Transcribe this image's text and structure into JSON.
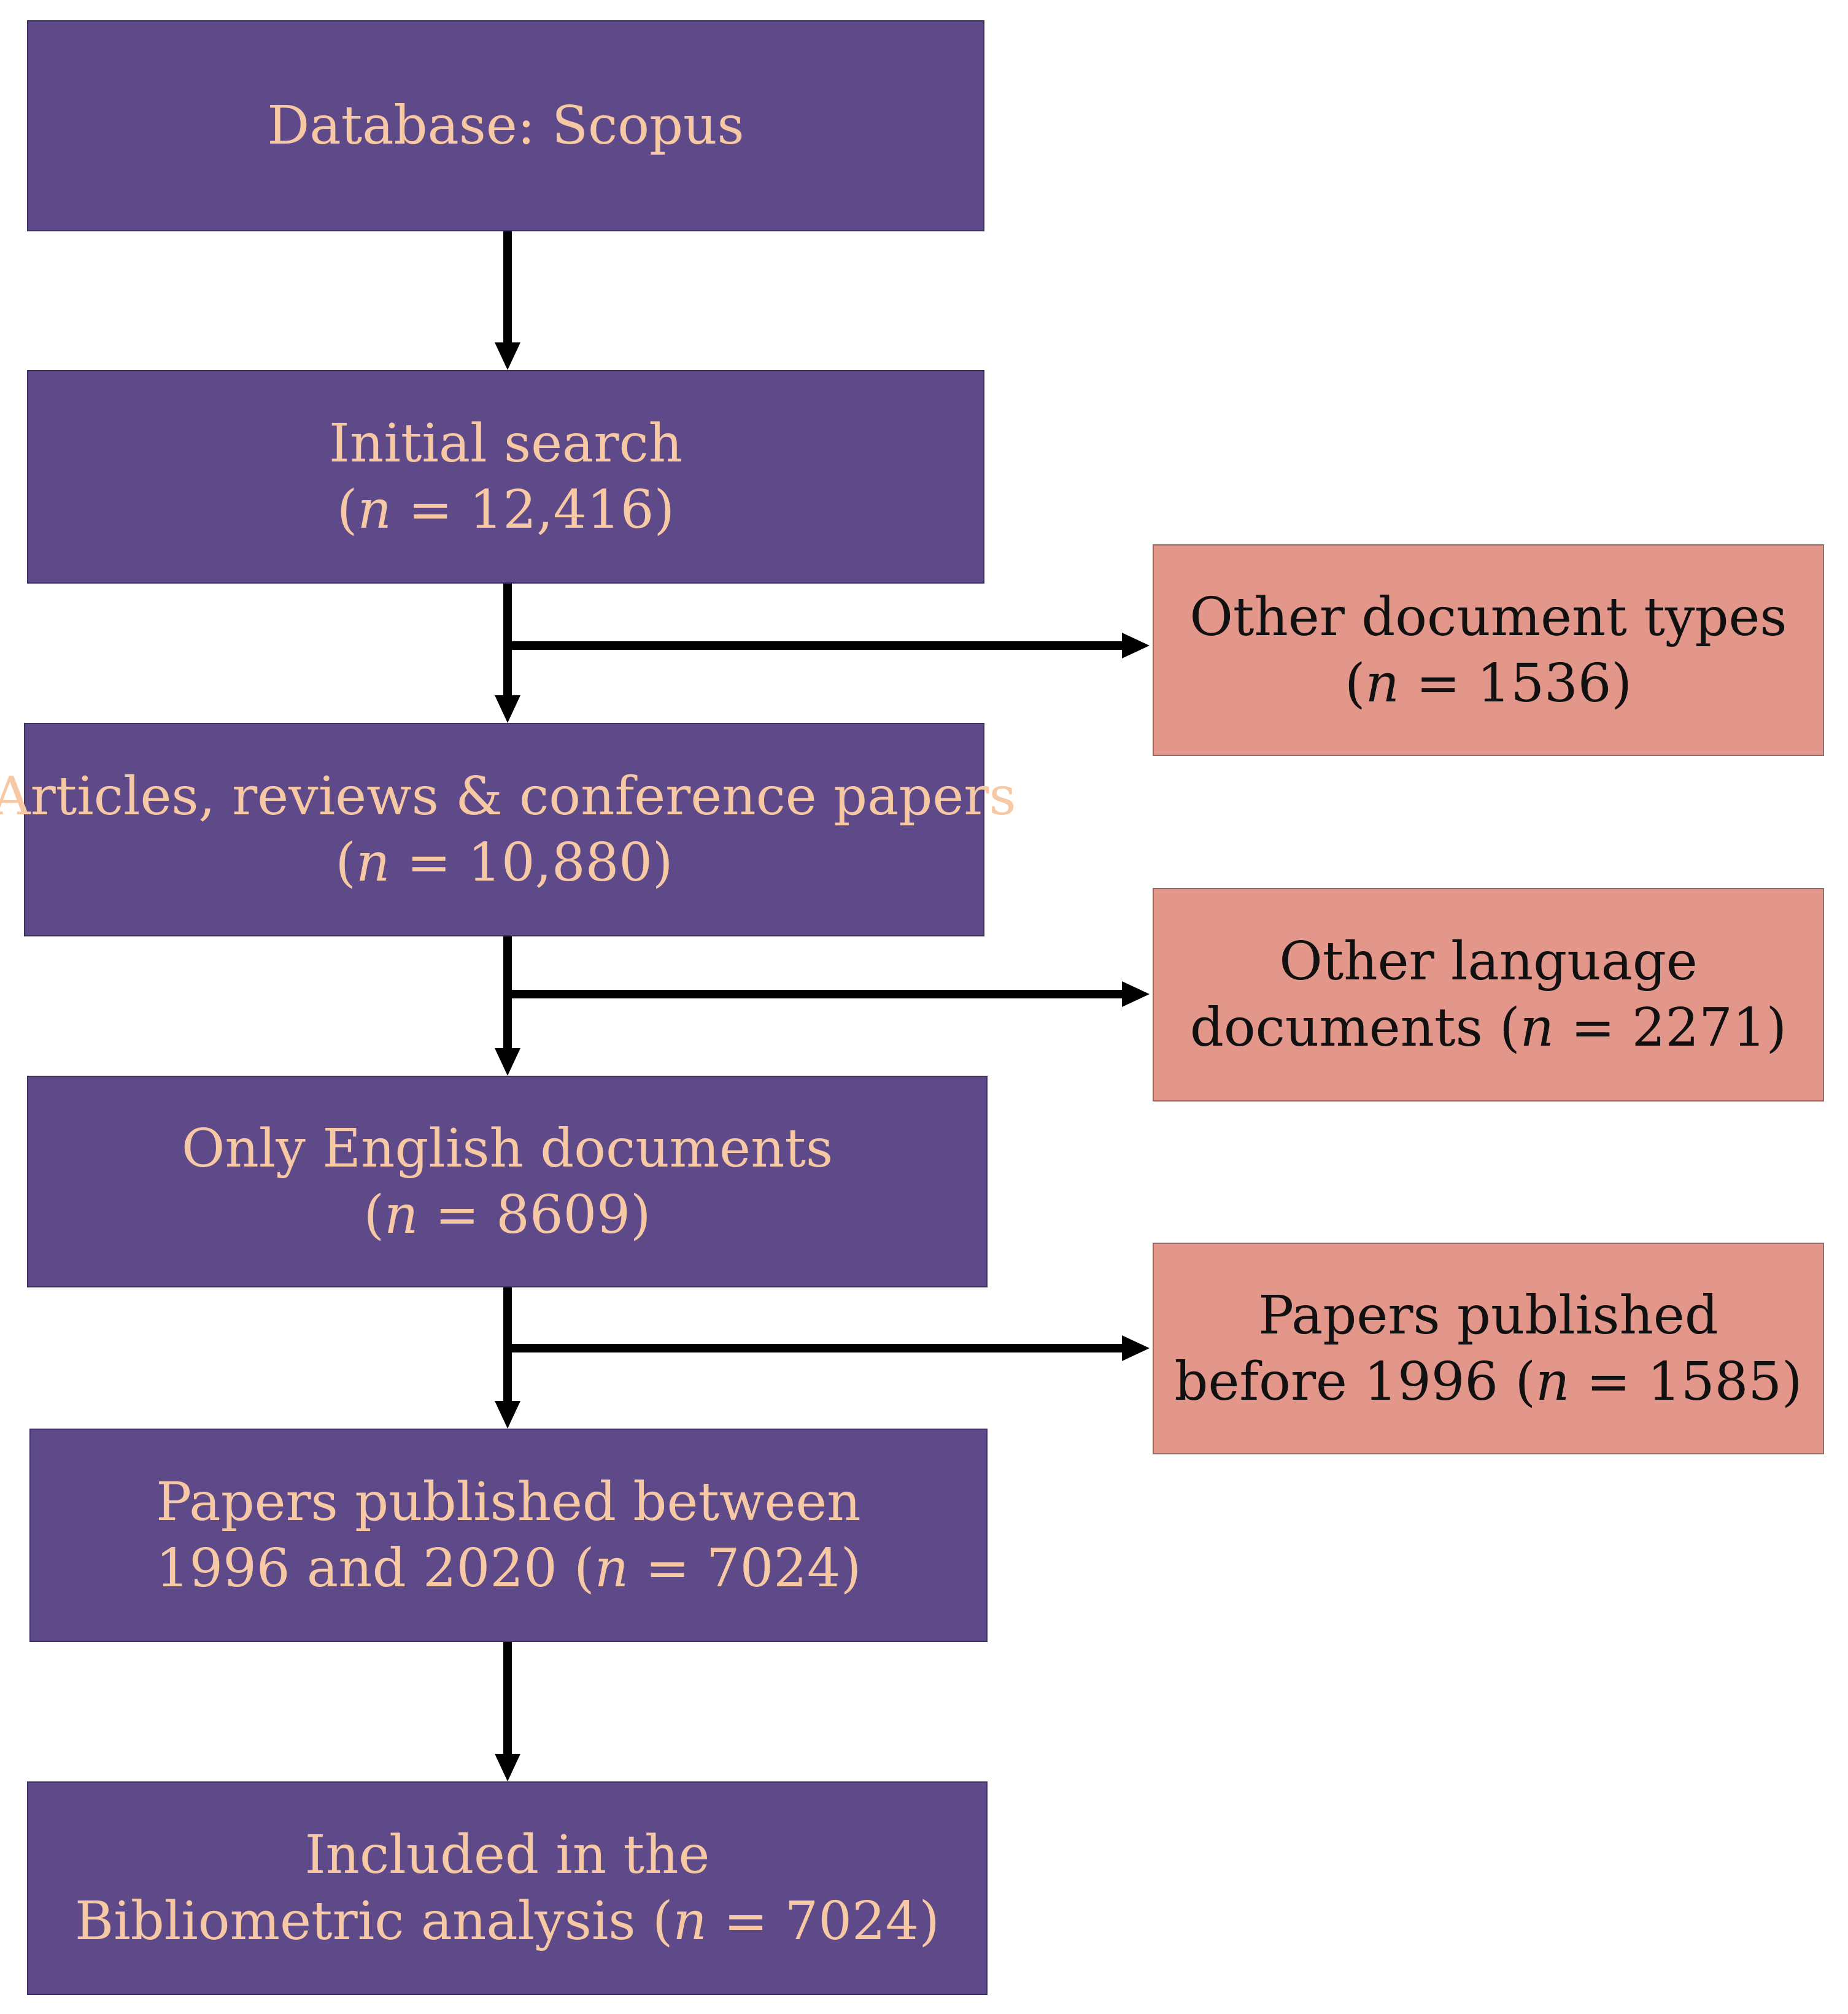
{
  "colors": {
    "main_box_fill": "#5e4a88",
    "main_box_text": "#f7c8a4",
    "side_box_fill": "#e3978a",
    "side_box_text": "#111111",
    "arrow": "#000000"
  },
  "steps": [
    {
      "line1": "Database: Scopus"
    },
    {
      "line1": "Initial search",
      "line2_prefix": "(",
      "n_symbol": "n",
      "line2_suffix": " = 12,416)"
    },
    {
      "line1": "Articles, reviews & conference papers",
      "line2_prefix": "(",
      "n_symbol": "n",
      "line2_suffix": " = 10,880)"
    },
    {
      "line1": "Only English documents",
      "line2_prefix": "(",
      "n_symbol": "n",
      "line2_suffix": " = 8609)"
    },
    {
      "line1": "Papers published between",
      "line2_prefix": "1996 and 2020 (",
      "n_symbol": "n",
      "line2_suffix": " = 7024)"
    },
    {
      "line1": "Included in the",
      "line2_prefix": "Bibliometric analysis (",
      "n_symbol": "n",
      "line2_suffix": " = 7024)"
    }
  ],
  "exclusions": [
    {
      "line1": "Other document types",
      "line2_prefix": "(",
      "n_symbol": "n",
      "line2_suffix": " = 1536)"
    },
    {
      "line1": "Other language",
      "line2_prefix": "documents (",
      "n_symbol": "n",
      "line2_suffix": " = 2271)"
    },
    {
      "line1": "Papers published",
      "line2_prefix": "before 1996 (",
      "n_symbol": "n",
      "line2_suffix": " = 1585)"
    }
  ]
}
